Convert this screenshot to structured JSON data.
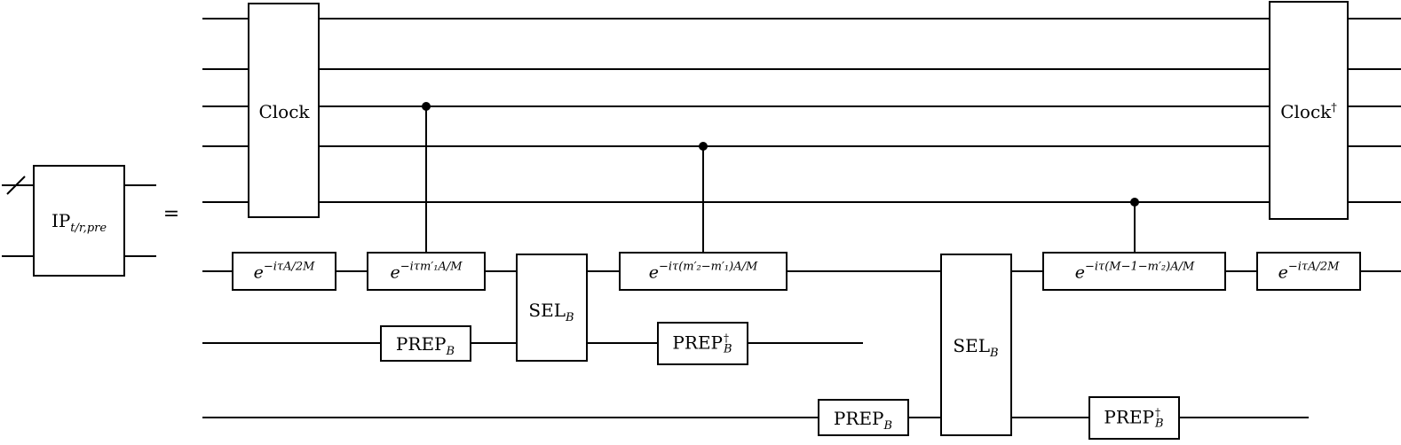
{
  "lhs": {
    "gate_main": "IP",
    "gate_sub": "t/r,pre",
    "equals": "="
  },
  "gates": {
    "clock": "Clock",
    "clock_dagger": "Clock",
    "dagger": "†",
    "exp_base": "e",
    "exp1": "−iτA/2M",
    "exp2": "−iτm′₁A/M",
    "exp3": "−iτ(m′₂−m′₁)A/M",
    "exp4": "−iτ(M−1−m′₂)A/M",
    "exp5": "−iτA/2M",
    "sel1_main": "SEL",
    "sel2_main": "SEL",
    "prep1_main": "PREP",
    "prep1_dag_main": "PREP",
    "prep2_main": "PREP",
    "prep2_dag_main": "PREP",
    "sub_b": "B"
  }
}
